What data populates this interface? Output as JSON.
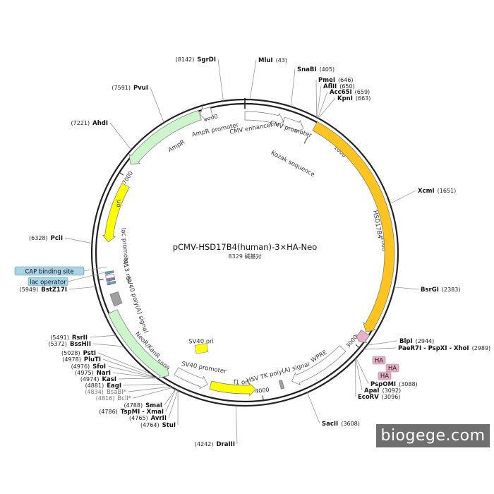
{
  "plasmid": {
    "name": "pCMV-HSD17B4(human)-3×HA-Neo",
    "size_label": "8329 碱基对",
    "total_bp": 8329
  },
  "ticks": [
    {
      "bp": 1000,
      "label": "1000"
    },
    {
      "bp": 2000,
      "label": "2000"
    },
    {
      "bp": 3000,
      "label": "3000"
    },
    {
      "bp": 4000,
      "label": "4000"
    },
    {
      "bp": 5000,
      "label": "5000"
    },
    {
      "bp": 6000,
      "label": "6000"
    },
    {
      "bp": 7000,
      "label": "7000"
    },
    {
      "bp": 8000,
      "label": "8000"
    }
  ],
  "features": [
    {
      "id": "cmv-enhancer",
      "label": "CMV enhancer",
      "start": 8329,
      "end": 380,
      "color": "#ffffff",
      "track": "in",
      "direction": 1
    },
    {
      "id": "cmv-promoter",
      "label": "CMV promoter",
      "start": 380,
      "end": 585,
      "color": "#ffffff",
      "track": "in",
      "direction": 1
    },
    {
      "id": "hsd17b4",
      "label": "HSD17B4",
      "start": 670,
      "end": 2850,
      "color": "#ffc41f",
      "track": "out",
      "direction": 1
    },
    {
      "id": "ha-tags",
      "label": "HA",
      "start": 2860,
      "end": 2960,
      "color": "#e7b0c7",
      "track": "out",
      "direction": 1
    },
    {
      "id": "wpre",
      "label": "WPRE",
      "start": 3110,
      "end": 3700,
      "color": "#ffffff",
      "track": "in",
      "direction": 1
    },
    {
      "id": "hsv-tk-polya",
      "label": "HSV TK poly(A) signal",
      "start": 3790,
      "end": 3820,
      "color": "#a0a0a0",
      "track": "in",
      "direction": 0
    },
    {
      "id": "f1-ori",
      "label": "f1 ori",
      "start": 4060,
      "end": 4500,
      "color": "#ffff00",
      "track": "in",
      "direction": -1
    },
    {
      "id": "sv40-promoter",
      "label": "SV40 promoter",
      "start": 4530,
      "end": 4860,
      "color": "#ffffff",
      "track": "in",
      "direction": -1
    },
    {
      "id": "sv40-ori",
      "label": "SV40 ori",
      "start": 4640,
      "end": 4760,
      "color": "#ffff00",
      "track": "inner",
      "direction": 0
    },
    {
      "id": "neo-kanr",
      "label": "NeoR/KanR",
      "start": 4900,
      "end": 5690,
      "color": "#ccf5cc",
      "track": "out",
      "direction": -1
    },
    {
      "id": "sv40-polya",
      "label": "SV40 poly(A) signal",
      "start": 5730,
      "end": 5850,
      "color": "#a0a0a0",
      "track": "in",
      "direction": 0
    },
    {
      "id": "lac-operator",
      "label": "lac operator",
      "start": 5940,
      "end": 5960,
      "color": "#5fa0c2",
      "track": "in",
      "direction": 0
    },
    {
      "id": "m13-rev",
      "label": "M13 rev",
      "start": 5975,
      "end": 5995,
      "color": "#a070d0",
      "track": "in",
      "direction": 0
    },
    {
      "id": "lac-promoter",
      "label": "lac promoter",
      "start": 6000,
      "end": 6030,
      "color": "#ffffff",
      "track": "in",
      "direction": 0
    },
    {
      "id": "cap-site",
      "label": "CAP binding site",
      "start": 6045,
      "end": 6065,
      "color": "#5fa0c2",
      "track": "in",
      "direction": 0
    },
    {
      "id": "ori",
      "label": "ori",
      "start": 6350,
      "end": 6930,
      "color": "#ffff00",
      "track": "in",
      "direction": -1
    },
    {
      "id": "ampr",
      "label": "AmpR",
      "start": 7120,
      "end": 7910,
      "color": "#ccf5cc",
      "track": "out",
      "direction": -1
    },
    {
      "id": "ampr-promoter",
      "label": "AmpR promoter",
      "start": 7915,
      "end": 8020,
      "color": "#ffffff",
      "track": "out",
      "direction": -1
    },
    {
      "id": "kozak",
      "label": "Kozak sequence",
      "start": 660,
      "end": 670,
      "color": "#888888",
      "track": "in",
      "direction": 0
    }
  ],
  "sites": [
    {
      "name": "MluI",
      "pos": "(43)",
      "bp": 43,
      "dim": false
    },
    {
      "name": "SnaBI",
      "pos": "(405)",
      "bp": 405,
      "dim": false
    },
    {
      "name": "PmeI",
      "pos": "(646)",
      "bp": 646,
      "dim": false
    },
    {
      "name": "AflII",
      "pos": "(650)",
      "bp": 650,
      "dim": false
    },
    {
      "name": "Acc65I",
      "pos": "(659)",
      "bp": 659,
      "dim": false
    },
    {
      "name": "KpnI",
      "pos": "(663)",
      "bp": 663,
      "dim": false
    },
    {
      "name": "XcmI",
      "pos": "(1651)",
      "bp": 1651,
      "dim": false
    },
    {
      "name": "BsrGI",
      "pos": "(2383)",
      "bp": 2383,
      "dim": false
    },
    {
      "name": "BlpI",
      "pos": "(2944)",
      "bp": 2944,
      "dim": false
    },
    {
      "name": "PaeR7I - PspXI - XhoI",
      "pos": "(2989)",
      "bp": 2989,
      "dim": false
    },
    {
      "name": "PspOMI",
      "pos": "(3088)",
      "bp": 3088,
      "dim": false
    },
    {
      "name": "ApaI",
      "pos": "(3092)",
      "bp": 3092,
      "dim": false
    },
    {
      "name": "EcoRV",
      "pos": "(3096)",
      "bp": 3096,
      "dim": false
    },
    {
      "name": "SacII",
      "pos": "(3608)",
      "bp": 3608,
      "dim": false
    },
    {
      "name": "DraIII",
      "pos": "(4242)",
      "bp": 4242,
      "dim": false
    },
    {
      "name": "StuI",
      "pos": "(4764)",
      "bp": 4764,
      "dim": false
    },
    {
      "name": "AvrII",
      "pos": "(4765)",
      "bp": 4765,
      "dim": false
    },
    {
      "name": "TspMI - XmaI",
      "pos": "(4786)",
      "bp": 4786,
      "dim": false
    },
    {
      "name": "SmaI",
      "pos": "(4788)",
      "bp": 4788,
      "dim": false
    },
    {
      "name": "BclI*",
      "pos": "(4816)",
      "bp": 4816,
      "dim": true
    },
    {
      "name": "BsaBI*",
      "pos": "(4834)",
      "bp": 4834,
      "dim": true
    },
    {
      "name": "EagI",
      "pos": "(4881)",
      "bp": 4881,
      "dim": false
    },
    {
      "name": "KasI",
      "pos": "(4974)",
      "bp": 4974,
      "dim": false
    },
    {
      "name": "NarI",
      "pos": "(4975)",
      "bp": 4975,
      "dim": false
    },
    {
      "name": "SfoI",
      "pos": "(4976)",
      "bp": 4976,
      "dim": false
    },
    {
      "name": "PluTI",
      "pos": "(4978)",
      "bp": 4978,
      "dim": false
    },
    {
      "name": "PstI",
      "pos": "(5028)",
      "bp": 5028,
      "dim": false
    },
    {
      "name": "BssHII",
      "pos": "(5372)",
      "bp": 5372,
      "dim": false
    },
    {
      "name": "RsrII",
      "pos": "(5491)",
      "bp": 5491,
      "dim": false
    },
    {
      "name": "BstZ17I",
      "pos": "(5949)",
      "bp": 5949,
      "dim": false
    },
    {
      "name": "PciI",
      "pos": "(6328)",
      "bp": 6328,
      "dim": false
    },
    {
      "name": "AhdI",
      "pos": "(7221)",
      "bp": 7221,
      "dim": false
    },
    {
      "name": "PvuI",
      "pos": "(7591)",
      "bp": 7591,
      "dim": false
    },
    {
      "name": "SgrDI",
      "pos": "(8142)",
      "bp": 8142,
      "dim": false
    }
  ],
  "boxed_labels": [
    {
      "text": "CAP binding site",
      "color": "#a8d4e6"
    },
    {
      "text": "lac operator",
      "color": "#a8d4e6"
    },
    {
      "text": "HA",
      "color": "#e7b0c7"
    },
    {
      "text": "HA",
      "color": "#e7b0c7"
    },
    {
      "text": "HA",
      "color": "#e7b0c7"
    }
  ],
  "watermark": "biogege.com"
}
